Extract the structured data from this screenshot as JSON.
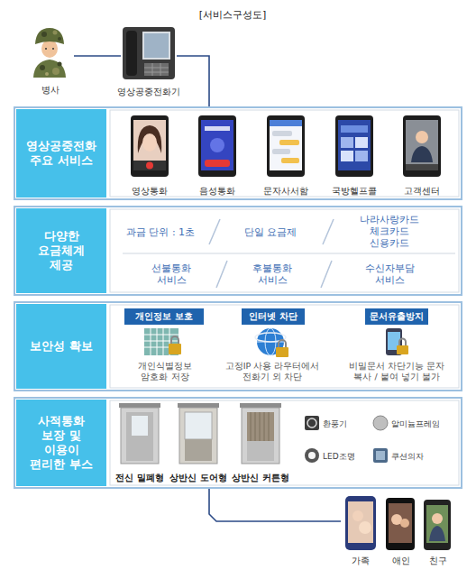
{
  "diagram": {
    "title": "[서비스구성도]",
    "nodes": [
      {
        "text": [
          "병사"
        ]
      },
      {
        "text": [
          "영상공중전화기"
        ]
      },
      {
        "text": [
          "영상공중전화 주요 서비스"
        ]
      },
      {
        "text": [
          "영상통화"
        ],
        "in": 2
      },
      {
        "text": [
          "음성통화"
        ],
        "in": 2
      },
      {
        "text": [
          "문자사서함"
        ],
        "in": 2
      },
      {
        "text": [
          "국방헬프콜"
        ],
        "in": 2
      },
      {
        "text": [
          "고객센터"
        ],
        "in": 2
      },
      {
        "text": [
          "다양한 요금체계 제공"
        ]
      },
      {
        "text": [
          "보안성 확보"
        ]
      },
      {
        "text": [
          "개인정보 보호"
        ],
        "in": 9
      },
      {
        "text": [
          "인터넷 차단"
        ],
        "in": 9
      },
      {
        "text": [
          "문서유출방지"
        ],
        "in": 9
      },
      {
        "text": [
          "사적통화 보장 및 이용이 편리한 부스"
        ]
      },
      {
        "text": [
          "전신 밀폐형"
        ],
        "in": 13
      },
      {
        "text": [
          "상반신 도어형"
        ],
        "in": 13
      },
      {
        "text": [
          "상반신 커튼형"
        ],
        "in": 13
      },
      {
        "text": [
          "가족"
        ]
      },
      {
        "text": [
          "애인"
        ]
      },
      {
        "text": [
          "친구"
        ]
      }
    ],
    "edges": [
      {
        "from": 0,
        "to": 1,
        "arrow": "none"
      },
      {
        "from": 1,
        "to": 2,
        "arrow": "none"
      },
      {
        "from": 13,
        "to": 17,
        "arrow": "none"
      }
    ],
    "labels": [
      "과금 단위 : 1초",
      "단일 요금제",
      "나라사랑카드 체크카드 신용카드",
      "선불통화 서비스",
      "후불통화 서비스",
      "수신자부담 서비스",
      "개인식별정보 암호화 저장",
      "고정IP 사용 라우터에서 전화기 외 차단",
      "비밀문서 차단기능 문자 복사 / 붙여 넣기 불가",
      "환풍기",
      "알미늄프레임",
      "LED조명",
      "쿠션의자"
    ]
  }
}
